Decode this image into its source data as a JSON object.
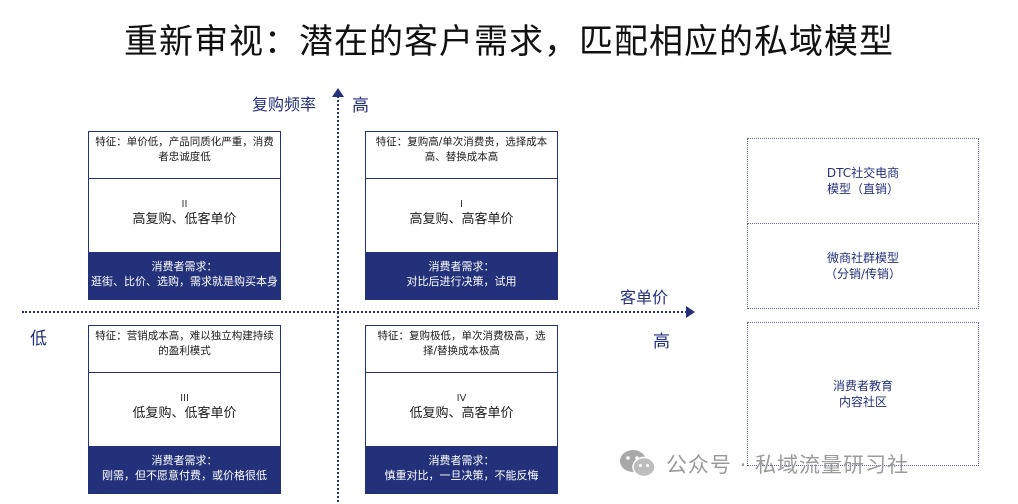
{
  "title": "重新审视：潜在的客户需求，匹配相应的私域模型",
  "axes": {
    "y_label": "复购频率",
    "y_high": "高",
    "x_label": "客单价",
    "x_high": "高",
    "x_low": "低",
    "y_low": "低"
  },
  "quadrants": [
    {
      "id": "II",
      "feature": "特征：单价低，产品同质化严重，消费者忠诚度低",
      "roman": "II",
      "main": "高复购、低客单价",
      "demand_title": "消费者需求：",
      "demand_text": "逛街、比价、选购，需求就是购买本身"
    },
    {
      "id": "I",
      "feature": "特征：复购高/单次消费贵，选择成本高、替换成本高",
      "roman": "I",
      "main": "高复购、高客单价",
      "demand_title": "消费者需求：",
      "demand_text": "对比后进行决策，试用"
    },
    {
      "id": "III",
      "feature": "特征：营销成本高，难以独立构建持续的盈利模式",
      "roman": "III",
      "main": "低复购、低客单价",
      "demand_title": "消费者需求：",
      "demand_text": "刚需，但不愿意付费，或价格很低"
    },
    {
      "id": "IV",
      "feature": "特征：复购极低，单次消费极高，选择/替换成本极高",
      "roman": "IV",
      "main": "低复购、高客单价",
      "demand_title": "消费者需求：",
      "demand_text": "慎重对比，一旦决策，不能反悔"
    }
  ],
  "models": {
    "dtc_line1": "DTC社交电商",
    "dtc_line2": "模型（直销）",
    "weishang_line1": "微商社群模型",
    "weishang_line2": "（分销/传销）",
    "edu_line1": "消费者教育",
    "edu_line2": "内容社区"
  },
  "watermark": {
    "text": "公众号 · 私域流量研习社",
    "icon": "wechat-icon"
  }
}
